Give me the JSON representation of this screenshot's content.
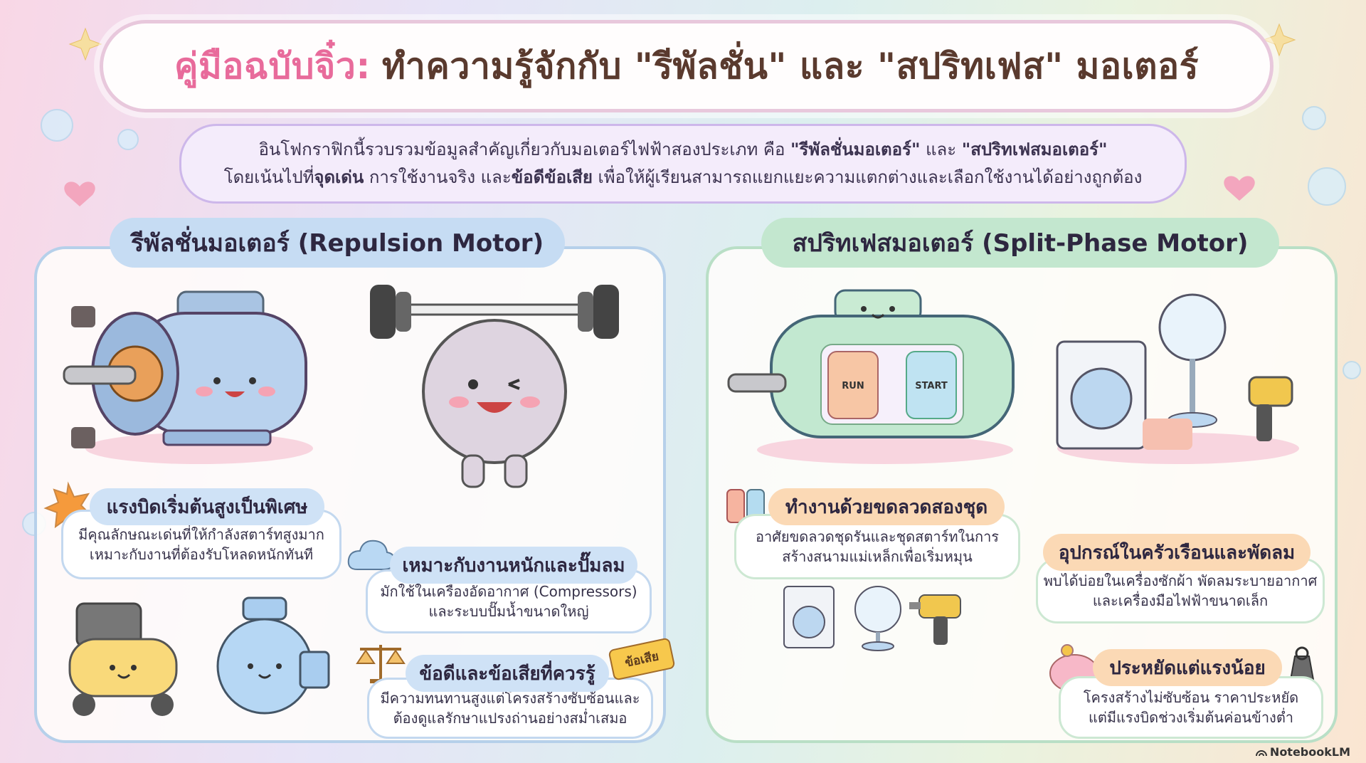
{
  "title": {
    "prefix": "คู่มือฉบับจิ๋ว:",
    "main": "ทำความรู้จักกับ \"รีพัลชั่น\" และ \"สปริทเฟส\" มอเตอร์"
  },
  "intro": {
    "line1_a": "อินโฟกราฟิกนี้รวบรวมข้อมูลสำคัญเกี่ยวกับมอเตอร์ไฟฟ้าสองประเภท คือ ",
    "line1_b": "\"รีพัลชั่นมอเตอร์\"",
    "line1_c": " และ ",
    "line1_d": "\"สปริทเฟสมอเตอร์\"",
    "line2_a": "โดยเน้นไปที่",
    "line2_b": "จุดเด่น",
    "line2_c": " การใช้งานจริง และ",
    "line2_d": "ข้อดีข้อเสีย",
    "line2_e": " เพื่อให้ผู้เรียนสามารถแยกแยะความแตกต่างและเลือกใช้งานได้อย่างถูกต้อง"
  },
  "left_panel": {
    "title": "รีพัลชั่นมอเตอร์ (Repulsion Motor)",
    "features": [
      {
        "heading": "แรงบิดเริ่มต้นสูงเป็นพิเศษ",
        "line1": "มีคุณลักษณะเด่นที่ให้กำลังสตาร์ทสูงมาก",
        "line2": "เหมาะกับงานที่ต้องรับโหลดหนักทันที"
      },
      {
        "heading": "เหมาะกับงานหนักและปั๊มลม",
        "line1": "มักใช้ในเครื่องอัดอากาศ (Compressors)",
        "line2": "และระบบปั๊มน้ำขนาดใหญ่"
      },
      {
        "heading": "ข้อดีและข้อเสียที่ควรรู้",
        "sign": "ข้อเสีย",
        "line1": "มีความทนทานสูงแต่โครงสร้างซับซ้อนและ",
        "line2": "ต้องดูแลรักษาแปรงถ่านอย่างสม่ำเสมอ"
      }
    ]
  },
  "right_panel": {
    "title": "สปริทเฟสมอเตอร์ (Split-Phase Motor)",
    "coil_labels": {
      "run": "RUN",
      "start": "START"
    },
    "features": [
      {
        "heading": "ทำงานด้วยขดลวดสองชุด",
        "line1": "อาศัยขดลวดชุดรันและชุดสตาร์ทในการ",
        "line2": "สร้างสนามแม่เหล็กเพื่อเริ่มหมุน"
      },
      {
        "heading": "อุปกรณ์ในครัวเรือนและพัดลม",
        "line1": "พบได้บ่อยในเครื่องซักผ้า พัดลมระบายอากาศ",
        "line2": "และเครื่องมือไฟฟ้าขนาดเล็ก"
      },
      {
        "heading": "ประหยัดแต่แรงน้อย",
        "line1": "โครงสร้างไม่ซับซ้อน ราคาประหยัด",
        "line2": "แต่มีแรงบิดช่วงเริ่มต้นค่อนข้างต่ำ"
      }
    ]
  },
  "footer": {
    "brand": "NotebookLM"
  },
  "colors": {
    "title_pink": "#e86b9b",
    "title_brown": "#5a3a2e",
    "left_accent": "#c6dcf3",
    "right_accent": "#c3e7cf",
    "peach_chip": "#fbd9b5"
  }
}
